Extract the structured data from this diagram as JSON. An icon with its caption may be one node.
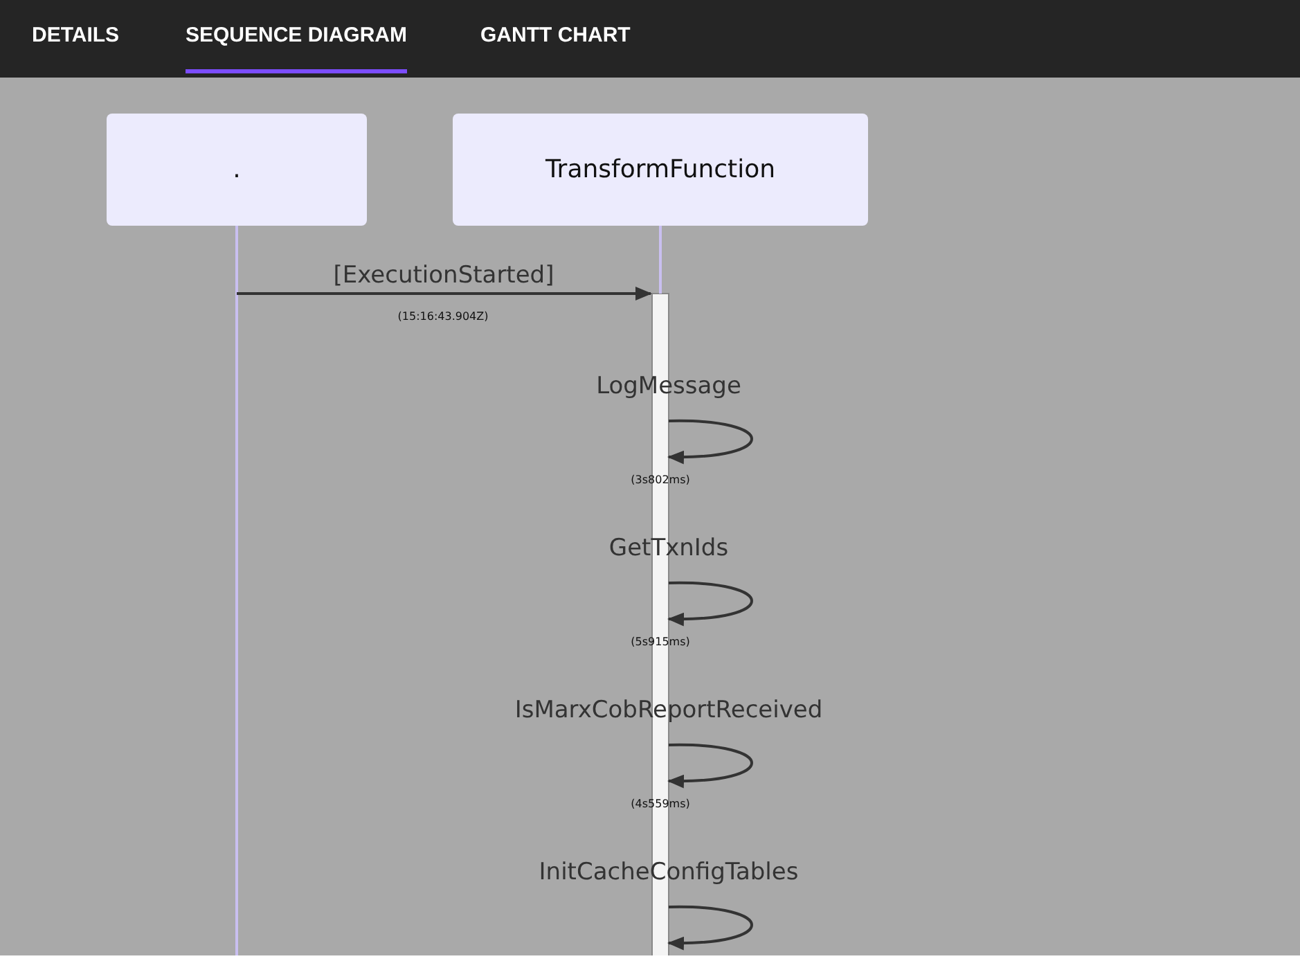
{
  "diagram": {
    "nodes": [
      {
        "text": [
          "."
        ]
      },
      {
        "text": [
          "TransformFunction"
        ]
      },
      {
        "text": [],
        "shape": "bar"
      }
    ],
    "edges": [
      {
        "from": 0,
        "to": 2,
        "arrow": "to",
        "label": "[ExecutionStarted]"
      },
      {
        "from": 2,
        "to": 2,
        "arrow": "to",
        "label": "LogMessage"
      },
      {
        "from": 2,
        "to": 2,
        "arrow": "to",
        "label": "GetTxnIds"
      },
      {
        "from": 2,
        "to": 2,
        "arrow": "to",
        "label": "IsMarxCobReportReceived"
      },
      {
        "from": 2,
        "to": 2,
        "arrow": "to",
        "label": "InitCacheConfigTables"
      },
      {
        "from": 1,
        "to": 2,
        "arrow": "none",
        "color": "#c9bff0"
      }
    ],
    "labels": [
      "DETAILS",
      "SEQUENCE DIAGRAM",
      "GANTT CHART",
      "(15:16:43.904Z)",
      "(3s802ms)",
      "(5s915ms)",
      "(4s559ms)"
    ]
  }
}
